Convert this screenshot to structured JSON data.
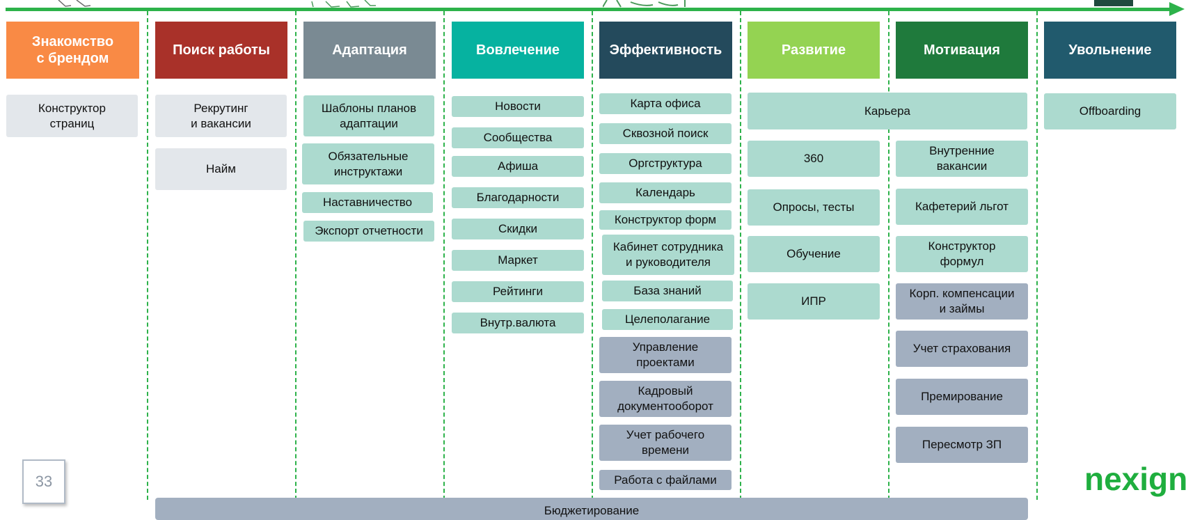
{
  "colors": {
    "arrow": "#2db24a",
    "header_orange": "#f98a45",
    "header_red": "#a93129",
    "header_gray": "#7a8a93",
    "header_teal": "#06b2a0",
    "header_navy": "#244a5c",
    "header_lime": "#94d352",
    "header_green": "#1f7a3c",
    "header_blue": "#215a6d",
    "card_teal": "#acdacf",
    "card_gray": "#e3e7eb",
    "card_slate": "#a2afc0",
    "logo_green": "#1fae3e"
  },
  "stages": [
    {
      "label": "Знакомство\nс брендом"
    },
    {
      "label": "Поиск работы"
    },
    {
      "label": "Адаптация"
    },
    {
      "label": "Вовлечение"
    },
    {
      "label": "Эффективность"
    },
    {
      "label": "Развитие"
    },
    {
      "label": "Мотивация"
    },
    {
      "label": "Увольнение"
    }
  ],
  "brand": {
    "cards": [
      "Конструктор\nстраниц"
    ]
  },
  "search": {
    "cards": [
      "Рекрутинг\nи вакансии",
      "Найм"
    ]
  },
  "adaptation": {
    "cards": [
      "Шаблоны планов\nадаптации",
      "Обязательные\nинструктажи",
      "Наставничество",
      "Экспорт отчетности"
    ]
  },
  "engagement": {
    "cards": [
      "Новости",
      "Сообщества",
      "Афиша",
      "Благодарности",
      "Скидки",
      "Маркет",
      "Рейтинги",
      "Внутр.валюта"
    ]
  },
  "efficiency": {
    "cards": [
      "Карта офиса",
      "Сквозной поиск",
      "Оргструктура",
      "Календарь",
      "Конструктор форм",
      "Кабинет сотрудника\nи руководителя",
      "База знаний",
      "Целеполагание",
      "Управление\nпроектами",
      "Кадровый\nдокументооборот",
      "Учет рабочего\nвремени",
      "Работа с файлами"
    ]
  },
  "career": {
    "label": "Карьера"
  },
  "development": {
    "cards": [
      "360",
      "Опросы, тесты",
      "Обучение",
      "ИПР"
    ]
  },
  "motivation": {
    "cards": [
      "Внутренние\nвакансии",
      "Кафетерий льгот",
      "Конструктор\nформул",
      "Корп. компенсации\nи займы",
      "Учет страхования",
      "Премирование",
      "Пересмотр ЗП"
    ]
  },
  "offboarding": {
    "cards": [
      "Offboarding"
    ]
  },
  "budgeting": {
    "label": "Бюджетирование"
  },
  "page_number": "33",
  "logo_text": "nexign"
}
